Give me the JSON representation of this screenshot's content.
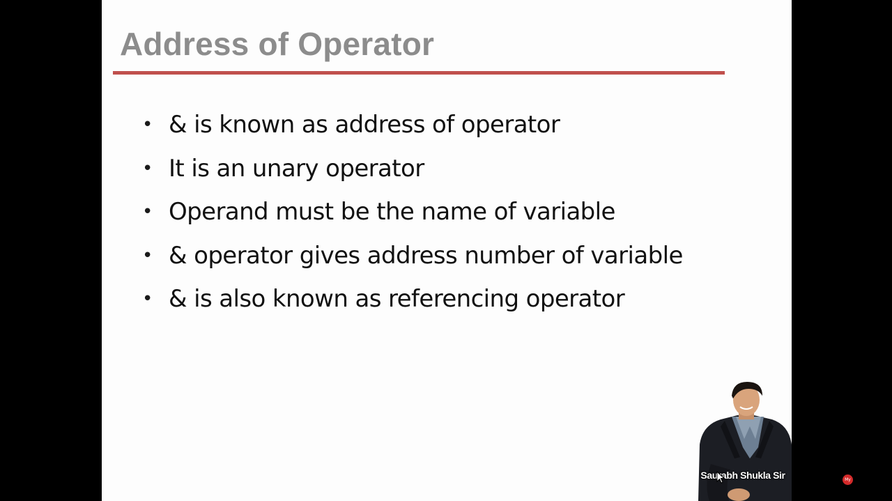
{
  "slide": {
    "title": "Address of Operator",
    "bullets": [
      "& is known as address of operator",
      "It is an unary operator",
      "Operand must be the name of variable",
      "& operator gives address number of variable",
      "& is also known as referencing operator"
    ]
  },
  "presenter": {
    "caption": "Saurabh Shukla Sir"
  },
  "channel_logo": {
    "text": "My"
  },
  "colors": {
    "title": "#8c8c8c",
    "title_rule": "#c0504d",
    "slide_background": "#fdfdfd",
    "frame_background": "#000000",
    "logo": "#d42a2a"
  },
  "icons": {
    "cursor": "mouse-pointer-icon",
    "logo": "channel-logo-icon"
  }
}
